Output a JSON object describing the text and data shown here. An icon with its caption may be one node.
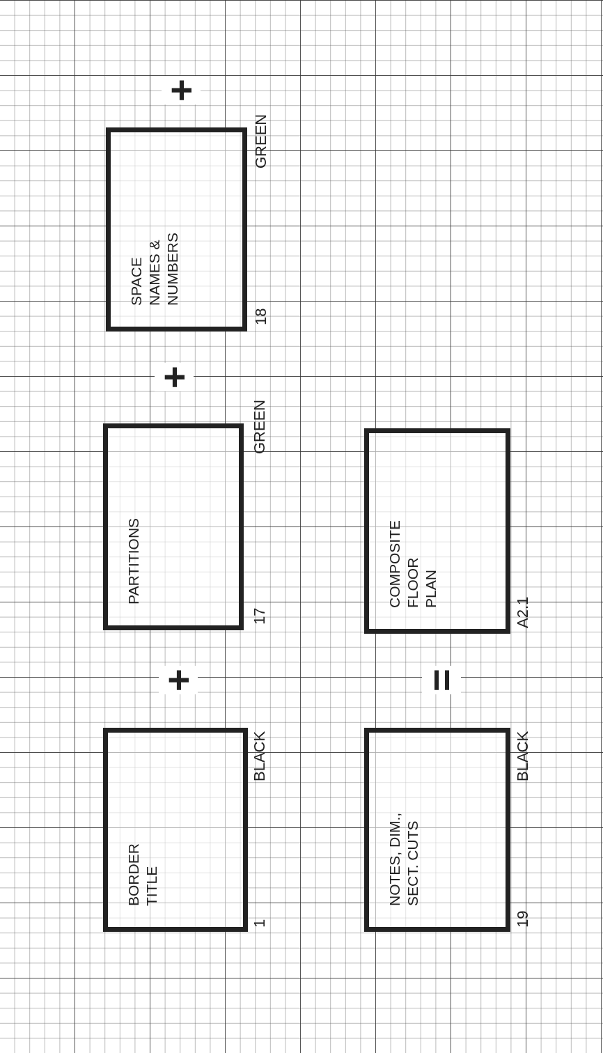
{
  "diagram": {
    "nodes": [
      {
        "text": [
          "BORDER TITLE"
        ],
        "beside": [
          "1",
          "BLACK"
        ]
      },
      {
        "text": [
          "PARTITIONS"
        ],
        "beside": [
          "17",
          "GREEN"
        ]
      },
      {
        "text": [
          "SPACE NAMES & NUMBERS"
        ],
        "beside": [
          "18",
          "GREEN"
        ]
      },
      {
        "text": [
          "NOTES, DIM., SECT. CUTS"
        ],
        "beside": [
          "19",
          "BLACK"
        ]
      },
      {
        "text": [
          "COMPOSITE FLOOR PLAN"
        ],
        "beside": [
          "A2.1"
        ]
      }
    ],
    "labels": [
      "+",
      "+",
      "+",
      "="
    ]
  }
}
